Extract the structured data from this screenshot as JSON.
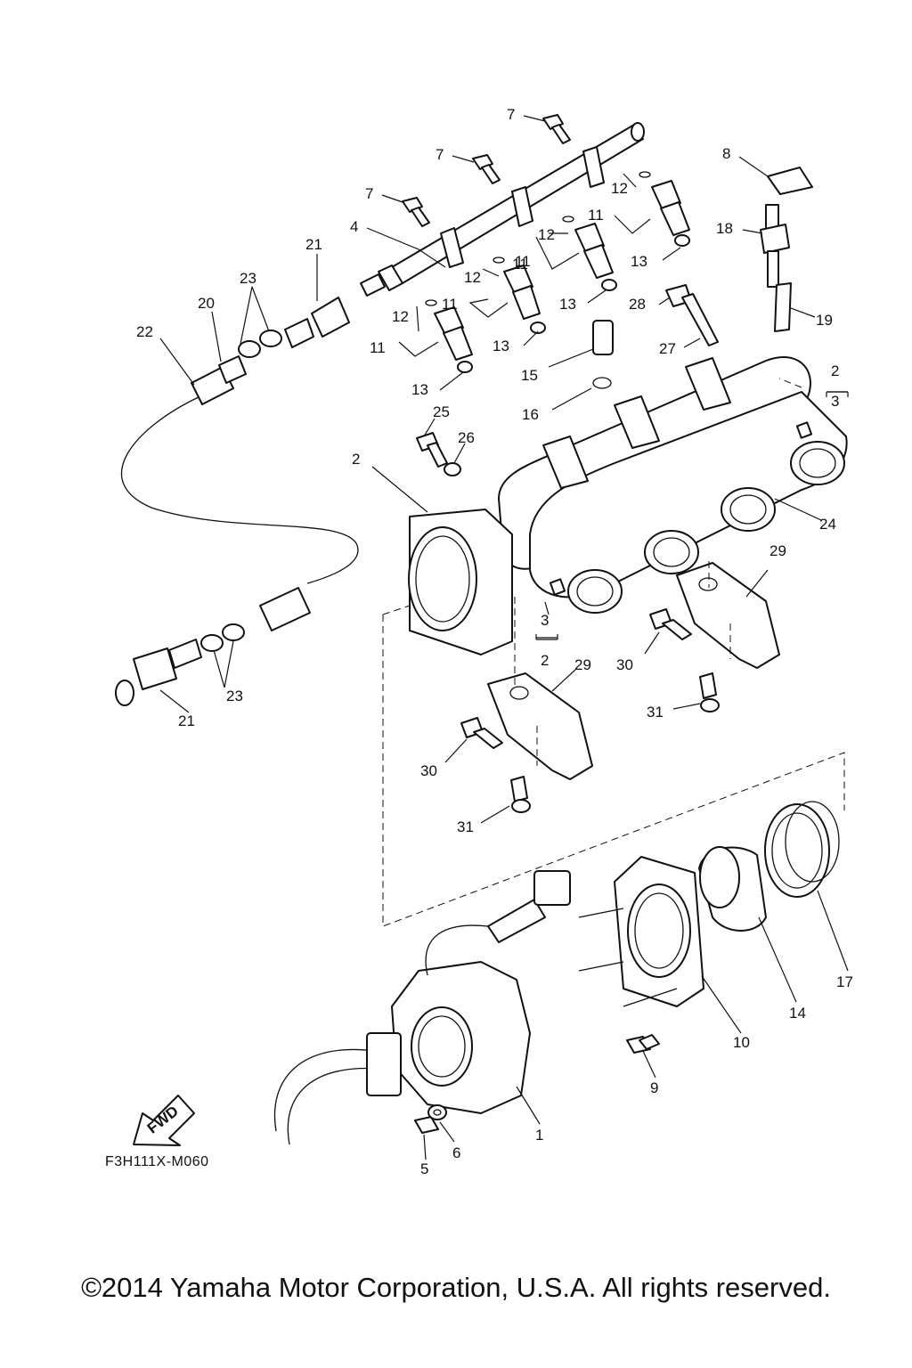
{
  "figure_code": "F3H111X-M060",
  "copyright": "©2014 Yamaha Motor Corporation, U.S.A. All rights reserved.",
  "fwd_label": "FWD",
  "callouts": [
    {
      "id": "c7a",
      "label": "7"
    },
    {
      "id": "c7b",
      "label": "7"
    },
    {
      "id": "c7c",
      "label": "7"
    },
    {
      "id": "c8",
      "label": "8"
    },
    {
      "id": "c12a",
      "label": "12"
    },
    {
      "id": "c11a",
      "label": "11"
    },
    {
      "id": "c18",
      "label": "18"
    },
    {
      "id": "c12b",
      "label": "12"
    },
    {
      "id": "c11b",
      "label": "11"
    },
    {
      "id": "c13a",
      "label": "13"
    },
    {
      "id": "c4",
      "label": "4"
    },
    {
      "id": "c21a",
      "label": "21"
    },
    {
      "id": "c23a",
      "label": "23"
    },
    {
      "id": "c20",
      "label": "20"
    },
    {
      "id": "c12c",
      "label": "12"
    },
    {
      "id": "c11c",
      "label": "11"
    },
    {
      "id": "c13b",
      "label": "13"
    },
    {
      "id": "c28",
      "label": "28"
    },
    {
      "id": "c19",
      "label": "19"
    },
    {
      "id": "c22",
      "label": "22"
    },
    {
      "id": "c12d",
      "label": "12"
    },
    {
      "id": "c11d",
      "label": "11"
    },
    {
      "id": "c11e",
      "label": "11"
    },
    {
      "id": "c13c",
      "label": "13"
    },
    {
      "id": "c27",
      "label": "27"
    },
    {
      "id": "c15",
      "label": "15"
    },
    {
      "id": "c13d",
      "label": "13"
    },
    {
      "id": "c2a",
      "label": "2"
    },
    {
      "id": "c3a",
      "label": "3"
    },
    {
      "id": "c16",
      "label": "16"
    },
    {
      "id": "c25",
      "label": "25"
    },
    {
      "id": "c26",
      "label": "26"
    },
    {
      "id": "c2b",
      "label": "2"
    },
    {
      "id": "c24",
      "label": "24"
    },
    {
      "id": "c29a",
      "label": "29"
    },
    {
      "id": "c3b",
      "label": "3"
    },
    {
      "id": "c2c",
      "label": "2"
    },
    {
      "id": "c29b",
      "label": "29"
    },
    {
      "id": "c30a",
      "label": "30"
    },
    {
      "id": "c23b",
      "label": "23"
    },
    {
      "id": "c31a",
      "label": "31"
    },
    {
      "id": "c21b",
      "label": "21"
    },
    {
      "id": "c30b",
      "label": "30"
    },
    {
      "id": "c31b",
      "label": "31"
    },
    {
      "id": "c17",
      "label": "17"
    },
    {
      "id": "c14",
      "label": "14"
    },
    {
      "id": "c10",
      "label": "10"
    },
    {
      "id": "c9",
      "label": "9"
    },
    {
      "id": "c1",
      "label": "1"
    },
    {
      "id": "c6",
      "label": "6"
    },
    {
      "id": "c5",
      "label": "5"
    }
  ]
}
